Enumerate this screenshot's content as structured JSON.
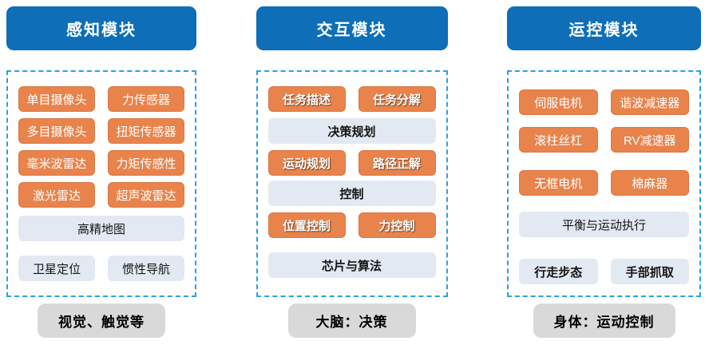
{
  "colors": {
    "header_blue": "#0E6EB8",
    "chip_orange": "#E8834C",
    "chip_light": "#E3E9F3",
    "dashed_border": "#2BA1E0",
    "footer_gray": "#D9D9D9"
  },
  "columns": [
    {
      "id": "perception",
      "header": "感知模块",
      "footer": "视觉、触觉等",
      "rows": [
        {
          "cells": [
            {
              "label": "单目摄像头",
              "variant": "orange"
            },
            {
              "label": "力传感器",
              "variant": "orange"
            }
          ]
        },
        {
          "cells": [
            {
              "label": "多目摄像头",
              "variant": "orange"
            },
            {
              "label": "扭矩传感器",
              "variant": "orange"
            }
          ]
        },
        {
          "cells": [
            {
              "label": "毫米波雷达",
              "variant": "orange"
            },
            {
              "label": "力矩传感性",
              "variant": "orange"
            }
          ]
        },
        {
          "cells": [
            {
              "label": "激光雷达",
              "variant": "orange"
            },
            {
              "label": "超声波雷达",
              "variant": "orange"
            }
          ]
        },
        {
          "gap": 10,
          "cells": [
            {
              "label": "高精地图",
              "variant": "light",
              "full": true
            }
          ]
        },
        {
          "gap": 18,
          "cells": [
            {
              "label": "卫星定位",
              "variant": "light"
            },
            {
              "label": "惯性导航",
              "variant": "light"
            }
          ]
        }
      ]
    },
    {
      "id": "interaction",
      "header": "交互模块",
      "footer": "大脑：决策",
      "rows": [
        {
          "cells": [
            {
              "label": "任务描述",
              "variant": "orange",
              "bold": true,
              "shadow": true
            },
            {
              "label": "任务分解",
              "variant": "orange",
              "bold": true,
              "shadow": true
            }
          ]
        },
        {
          "cells": [
            {
              "label": "决策规划",
              "variant": "light",
              "bold": true,
              "full": true
            }
          ]
        },
        {
          "cells": [
            {
              "label": "运动规划",
              "variant": "orange",
              "bold": true,
              "shadow": true
            },
            {
              "label": "路径正解",
              "variant": "orange",
              "bold": true,
              "shadow": true
            }
          ]
        },
        {
          "gap": 6,
          "cells": [
            {
              "label": "控制",
              "variant": "light",
              "bold": true,
              "full": true
            }
          ]
        },
        {
          "cells": [
            {
              "label": "位置控制",
              "variant": "orange",
              "bold": true,
              "shadow": true
            },
            {
              "label": "力控制",
              "variant": "orange",
              "bold": true,
              "shadow": true
            }
          ]
        },
        {
          "gap": 18,
          "cells": [
            {
              "label": "芯片与算法",
              "variant": "light",
              "bold": true,
              "full": true
            }
          ]
        }
      ]
    },
    {
      "id": "motion-control",
      "header": "运控模块",
      "footer": "身体：运动控制",
      "rows": [
        {
          "cells": [
            {
              "label": "伺服电机",
              "variant": "orange"
            },
            {
              "label": "谐波减速器",
              "variant": "orange"
            }
          ]
        },
        {
          "gap": 15,
          "cells": [
            {
              "label": "滚柱丝杠",
              "variant": "orange"
            },
            {
              "label": "RV减速器",
              "variant": "orange"
            }
          ]
        },
        {
          "gap": 22,
          "cells": [
            {
              "label": "无框电机",
              "variant": "orange"
            },
            {
              "label": "棉麻器",
              "variant": "orange"
            }
          ]
        },
        {
          "gap": 20,
          "cells": [
            {
              "label": "平衡与运动执行",
              "variant": "light",
              "full": true
            }
          ]
        },
        {
          "gap": 27,
          "cells": [
            {
              "label": "行走步态",
              "variant": "light",
              "bold": true
            },
            {
              "label": "手部抓取",
              "variant": "light",
              "bold": true
            }
          ]
        }
      ]
    }
  ]
}
